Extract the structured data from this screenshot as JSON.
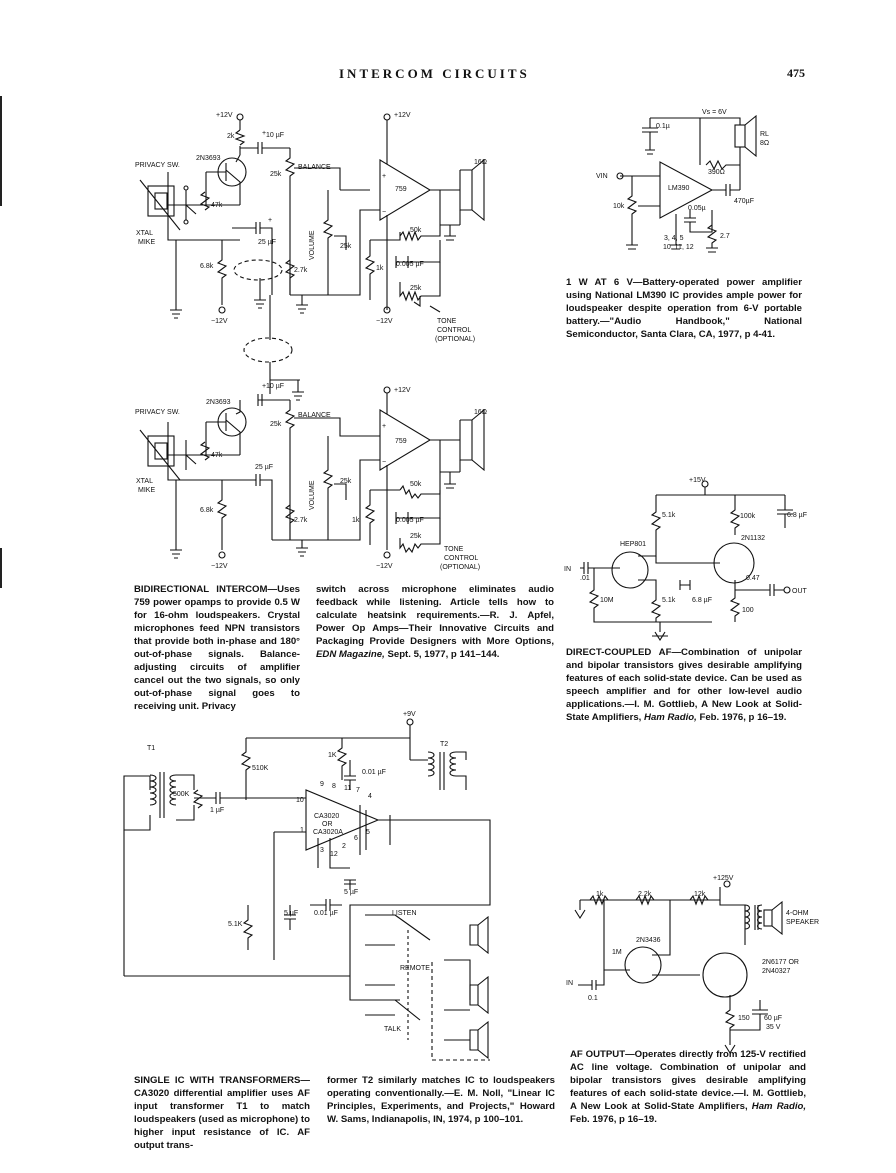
{
  "header": {
    "title": "INTERCOM CIRCUITS",
    "page_number": "475"
  },
  "captions": {
    "bidirectional": {
      "title": "BIDIRECTIONAL INTERCOM",
      "col1": "—Uses 759 power opamps to provide 0.5 W for 16-ohm loudspeakers. Crystal microphones feed NPN transistors that provide both in-phase and 180° out-of-phase signals. Balance-adjusting circuits of amplifier cancel out the two signals, so only out-of-phase signal goes to receiving unit. Privacy",
      "col2": "switch across microphone eliminates audio feedback while listening. Article tells how to calculate heatsink requirements.—R. J. Apfel, Power Op Amps—Their Innovative Circuits and Packaging Provide Designers with More Options,",
      "col2_source": "EDN Magazine,",
      "col2_end": "Sept. 5, 1977, p 141–144."
    },
    "one_watt": {
      "title": "1 W AT 6 V",
      "text": "—Battery-operated power amplifier using National LM390 IC provides ample power for loudspeaker despite operation from 6-V portable battery.—\"Audio Handbook,\" National Semiconductor, Santa Clara, CA, 1977, p 4-41."
    },
    "direct_coupled": {
      "title": "DIRECT-COUPLED AF",
      "text": "—Combination of unipolar and bipolar transistors gives desirable amplifying features of each solid-state device. Can be used as speech amplifier and for other low-level audio applications.—I. M. Gottlieb, A New Look at Solid-State Amplifiers,",
      "source": "Ham Radio,",
      "end": "Feb. 1976, p 16–19."
    },
    "single_ic": {
      "title": "SINGLE IC WITH TRANSFORMERS",
      "col1": "—CA3020 differential amplifier uses AF input transformer T1 to match loudspeakers (used as microphone) to higher input resistance of IC. AF output trans-",
      "col2": "former T2 similarly matches IC to loudspeakers operating conventionally.—E. M. Noll, \"Linear IC Principles, Experiments, and Projects,\" Howard W. Sams, Indianapolis, IN, 1974, p 100–101."
    },
    "af_output": {
      "title": "AF OUTPUT",
      "text": "—Operates directly from 125-V rectified AC line voltage. Combination of unipolar and bipolar transistors gives desirable amplifying features of each solid-state device.—I. M. Gottlieb, A New Look at Solid-State Amplifiers,",
      "source": "Ham Radio,",
      "end": "Feb. 1976, p 16–19."
    }
  },
  "schematics": {
    "intercom_top": {
      "labels": [
        "+12V",
        "2k",
        "10 µF",
        "2N3693",
        "PRIVACY SW.",
        "47k",
        "XTAL",
        "MIKE",
        "25k",
        "BALANCE",
        "+12V",
        "16Ω",
        "759",
        "25 µF",
        "VOLUME",
        "25k",
        "50k",
        "2.7k",
        "1k",
        "0.005 µF",
        "6.8k",
        "25k",
        "−12V",
        "−12V",
        "TONE",
        "CONTROL",
        "(OPTIONAL)"
      ]
    },
    "intercom_bottom": {
      "labels": [
        "10 µF",
        "2N3693",
        "PRIVACY SW.",
        "+12V",
        "25k",
        "BALANCE",
        "16Ω",
        "47k",
        "759",
        "XTAL",
        "MIKE",
        "25 µF",
        "VOLUME",
        "25k",
        "50k",
        "6.8k",
        "2.7k",
        "1k",
        "0.005 µF",
        "25k",
        "TONE",
        "CONTROL",
        "−12V",
        "−12V",
        "(OPTIONAL)"
      ]
    },
    "lm390": {
      "labels": [
        "VS = 6V",
        "0.1µ",
        "RL",
        "8Ω",
        "VIN",
        "390Ω",
        "LM390",
        "470µF",
        "10k",
        "0.05µ",
        "2.7",
        "3, 4, 5",
        "10, 11, 12"
      ]
    },
    "direct": {
      "labels": [
        "+15V",
        "5.1k",
        "100k",
        "6.8 µF",
        "2N1132",
        "HEP801",
        "IN",
        ".01",
        "10M",
        "0.47",
        "OUT",
        "5.1k",
        "6.8 µF",
        "100"
      ]
    },
    "ca3020": {
      "labels": [
        "+9V",
        "T2",
        "1K",
        "510K",
        "0.01 µF",
        "T1",
        "500K",
        "1 µF",
        "CA3020",
        "OR",
        "CA3020A",
        "5 µF",
        "5.1K",
        "5 µF",
        "0.01 µF",
        "LISTEN",
        "REMOTE",
        "TALK"
      ]
    },
    "af_out": {
      "labels": [
        "+125V",
        "1k",
        "2.2k",
        "12k",
        "4-OHM",
        "SPEAKER",
        "2N3436",
        "1M",
        "2N6177 OR",
        "2N40327",
        "IN",
        "0.1",
        "150",
        "60 µF",
        "35 V"
      ]
    }
  }
}
